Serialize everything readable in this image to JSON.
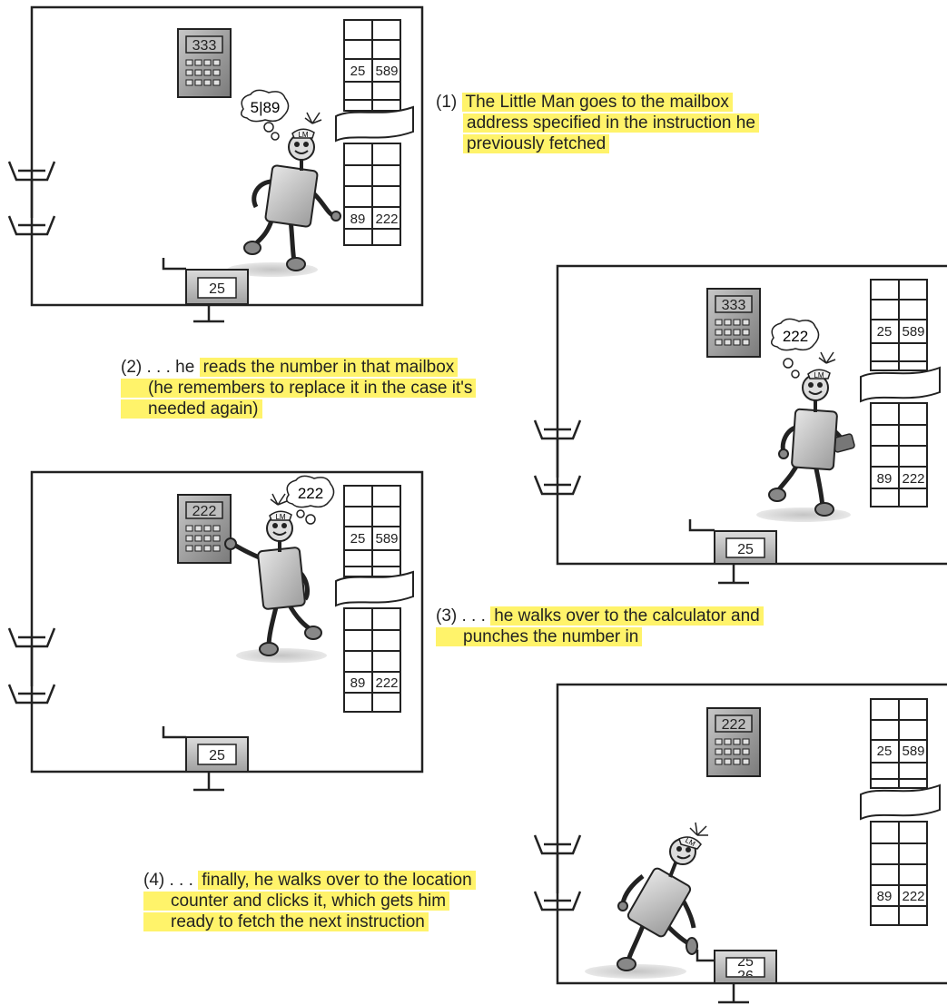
{
  "panels": [
    {
      "id": "p1",
      "calc": "333",
      "thought": "5|89",
      "mail_top": [
        "25",
        "589"
      ],
      "mail_bot": [
        "89",
        "222"
      ],
      "counter": "25"
    },
    {
      "id": "p2",
      "calc": "333",
      "thought": "222",
      "mail_top": [
        "25",
        "589"
      ],
      "mail_bot": [
        "89",
        "222"
      ],
      "counter": "25"
    },
    {
      "id": "p3",
      "calc": "222",
      "thought": "222",
      "mail_top": [
        "25",
        "589"
      ],
      "mail_bot": [
        "89",
        "222"
      ],
      "counter": "25"
    },
    {
      "id": "p4",
      "calc": "222",
      "thought": "",
      "mail_top": [
        "25",
        "589"
      ],
      "mail_bot": [
        "89",
        "222"
      ],
      "counter_old": "25",
      "counter_new": "26"
    }
  ],
  "captions": {
    "c1": {
      "prefix": "(1) ",
      "line1": "The Little Man goes to the mailbox",
      "line2": "address specified in the instruction he",
      "line3": "previously fetched"
    },
    "c2": {
      "prefix": "(2) . . . he ",
      "line1": "reads the number in that mailbox",
      "line2": "(he remembers to replace it in the case it's",
      "line3": "needed again)"
    },
    "c3": {
      "prefix": "(3) . . . ",
      "line1": "he walks over to the calculator and",
      "line2": "punches the number in"
    },
    "c4": {
      "prefix": "(4) . . . ",
      "line1": "finally, he walks over to the location",
      "line2": "counter and clicks it, which gets him",
      "line3": "ready to fetch the next instruction"
    }
  },
  "figure_label": "LM",
  "colors": {
    "highlight": "#fff36a",
    "stroke": "#222222",
    "calc_fill": "#9a9a9a",
    "shadow": "#d6d6d6"
  }
}
